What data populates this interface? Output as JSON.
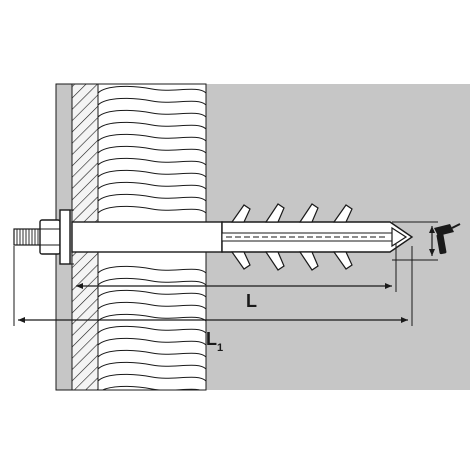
{
  "diagram": {
    "label_l": "L",
    "label_l1_main": "L",
    "label_l1_sub": "1"
  },
  "colors": {
    "wall": "#c6c6c6",
    "concrete": "#ececec",
    "insulation": "#ffffff",
    "line": "#1a1a1a"
  },
  "icons": {
    "drill": "drill-icon"
  }
}
